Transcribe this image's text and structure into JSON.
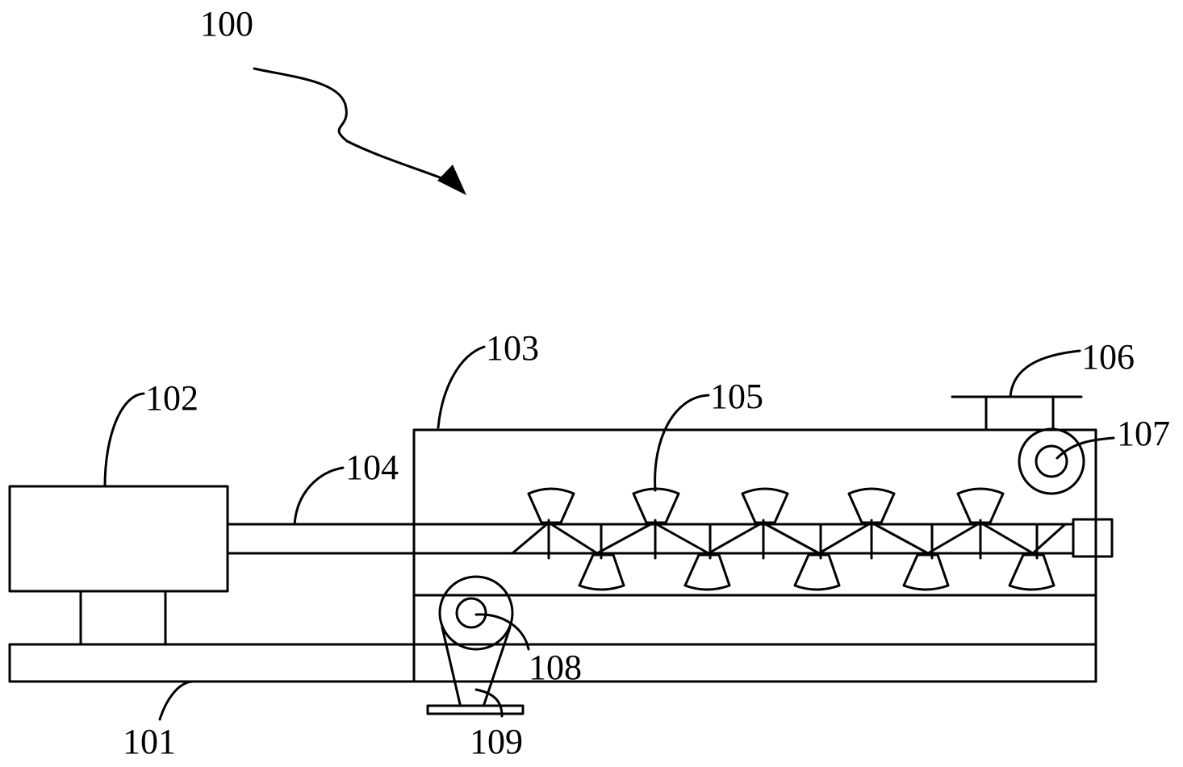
{
  "labels": {
    "assembly": "100",
    "base": "101",
    "motor": "102",
    "housing": "103",
    "shaft": "104",
    "blades": "105",
    "top_bracket": "106",
    "upper_roller": "107",
    "lower_roller": "108",
    "foot_stand": "109"
  }
}
